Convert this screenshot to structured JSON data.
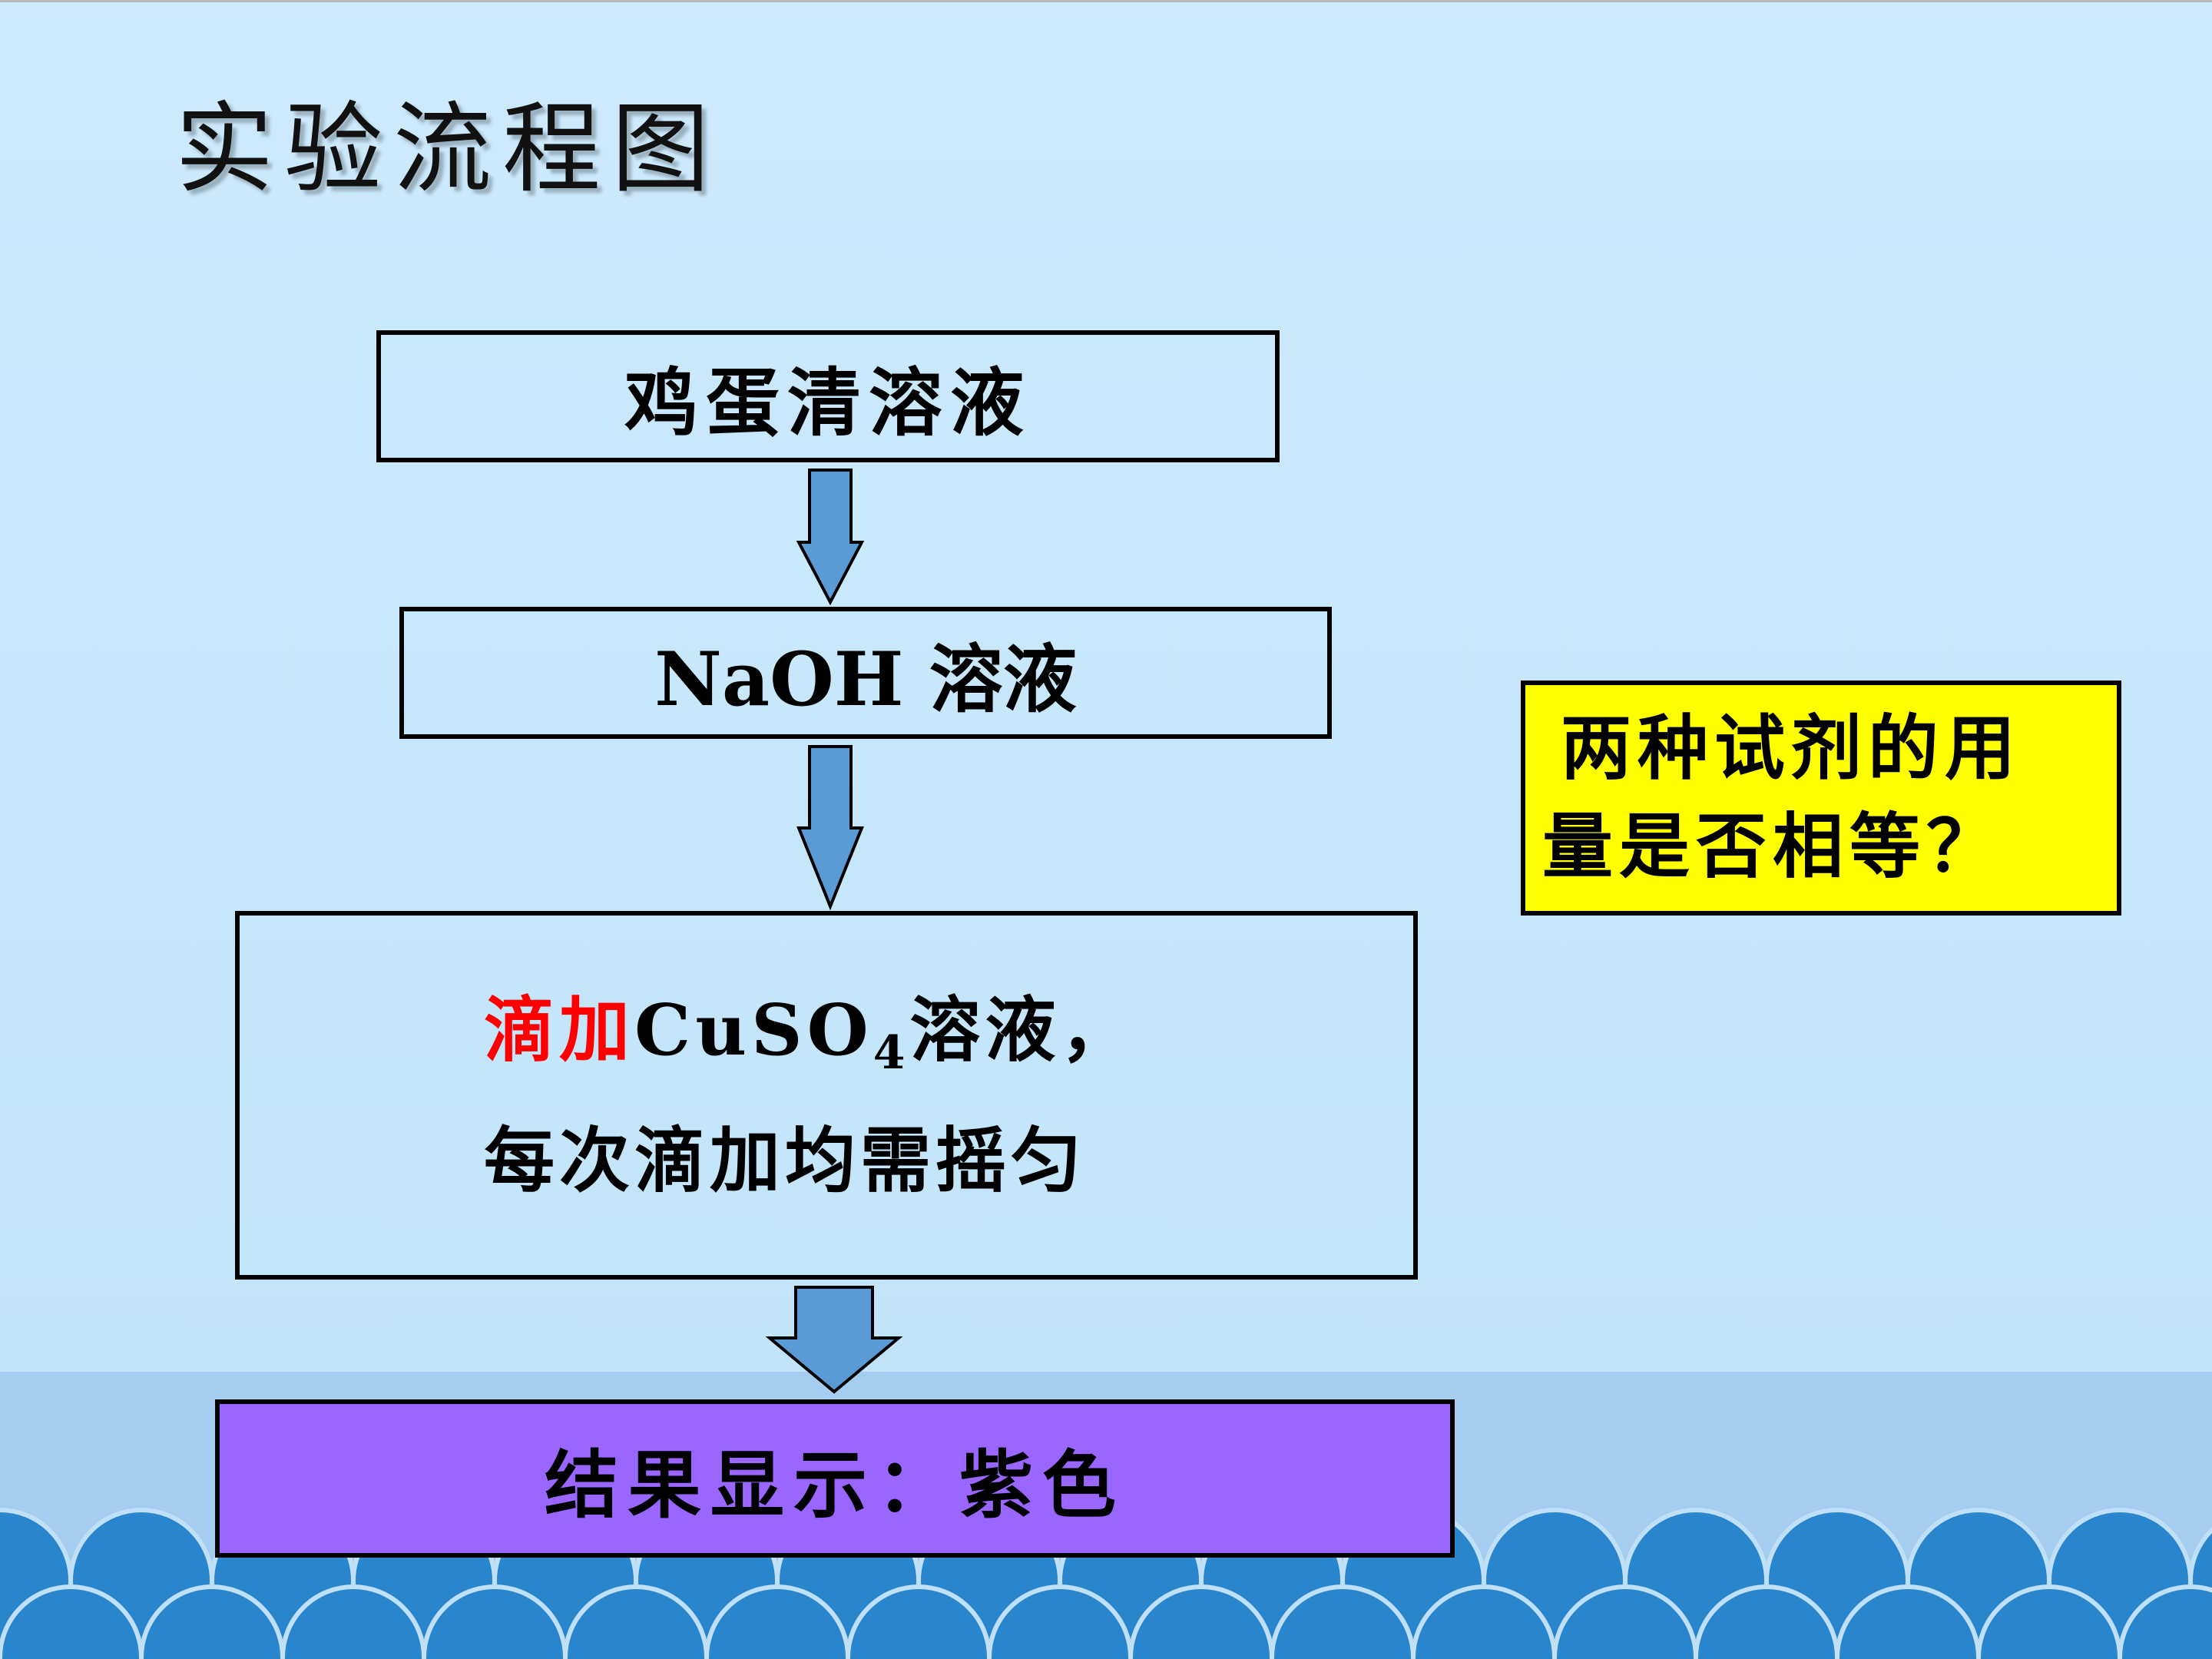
{
  "slide": {
    "title": "实验流程图"
  },
  "flowchart": {
    "step1": "鸡蛋清溶液",
    "step2": "NaOH 溶液",
    "step3": {
      "highlight": "滴加",
      "reagent_base": "CuSO",
      "reagent_sub": "4",
      "reagent_suffix": "溶液，",
      "line2": "每次滴加均需摇匀"
    },
    "result": "结果显示：紫色"
  },
  "note": {
    "line1": "两种试剂的用",
    "line2": "量是否相等？"
  },
  "colors": {
    "background": "#c5e6fa",
    "arrow": "#5b9bd5",
    "result_box": "#9966ff",
    "note_box": "#ffff00",
    "highlight_text": "#ff0000",
    "wave_dark": "#2a86cc",
    "wave_band": "#a5cdf0"
  }
}
